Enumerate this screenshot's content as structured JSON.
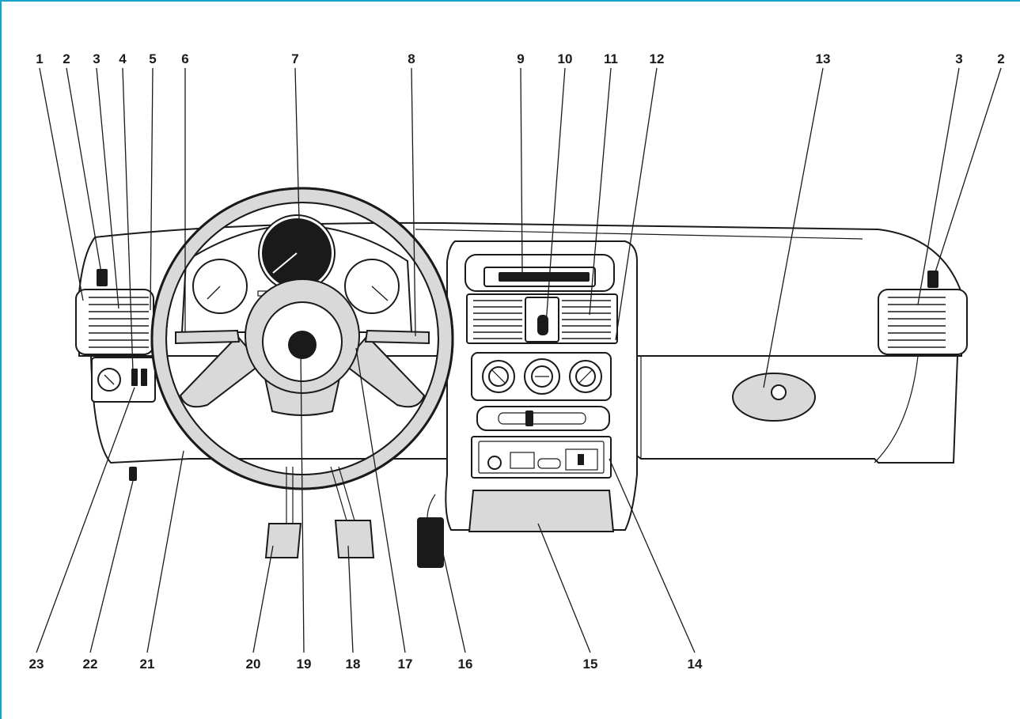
{
  "diagram": {
    "callouts_top": [
      "1",
      "2",
      "3",
      "4",
      "5",
      "6",
      "7",
      "8",
      "9",
      "10",
      "11",
      "12",
      "13",
      "3",
      "2"
    ],
    "callouts_bottom": [
      "23",
      "22",
      "21",
      "20",
      "19",
      "18",
      "17",
      "16",
      "15",
      "14"
    ]
  },
  "colors": {
    "frame_border": "#1aa3c9",
    "ink": "#1a1a1a",
    "shade": "#d9d9d9"
  },
  "icons": [
    "steering-wheel",
    "instrument-cluster",
    "air-vent",
    "pedal",
    "glovebox",
    "radio",
    "heater-controls"
  ]
}
